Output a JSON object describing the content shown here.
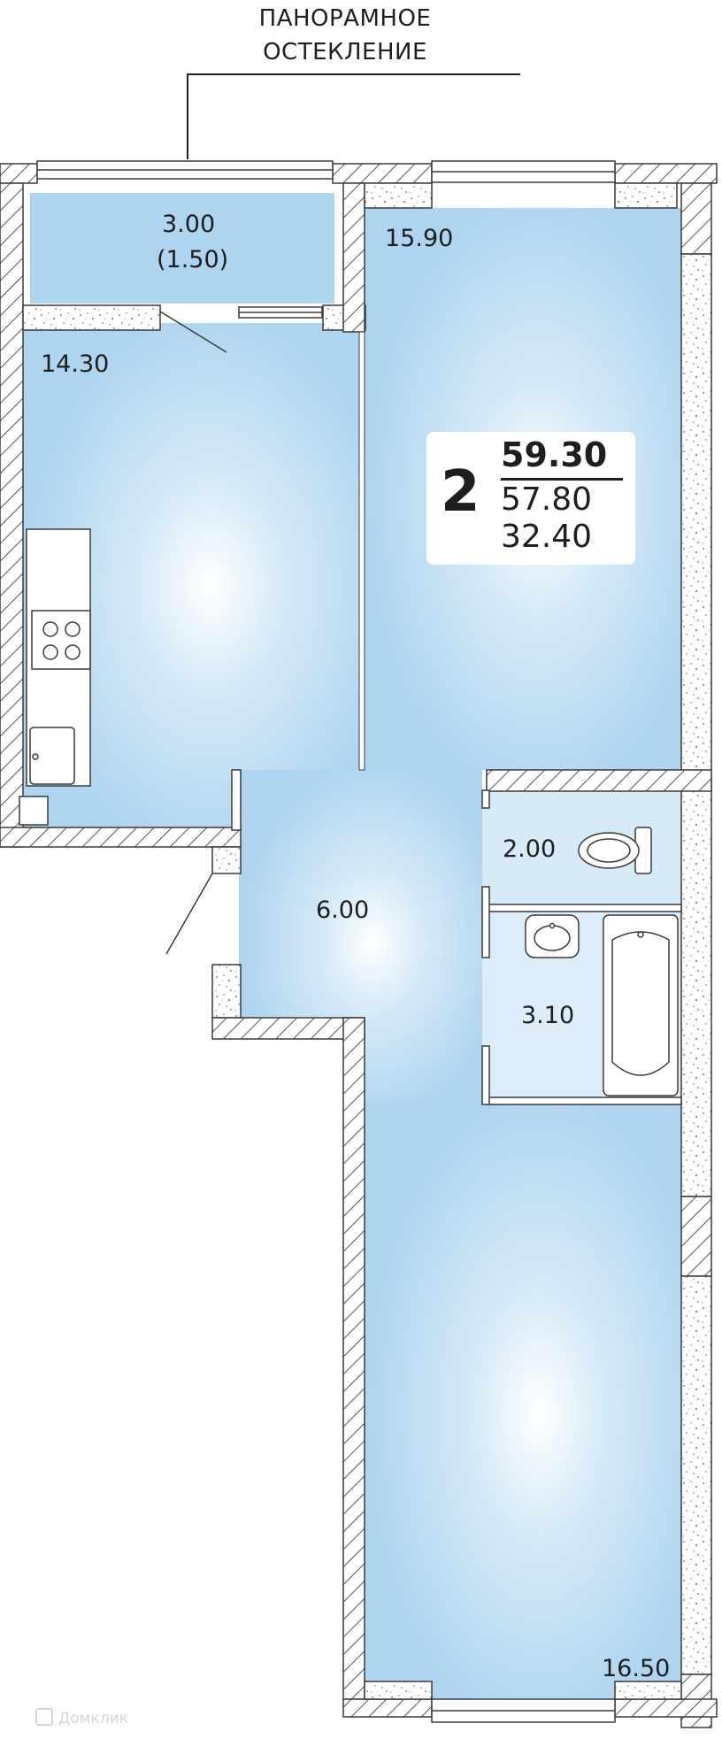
{
  "glazing_label_line1": "ПАНОРАМНОЕ",
  "glazing_label_line2": "ОСТЕКЛЕНИЕ",
  "areas": {
    "balcony": "3.00",
    "balcony_reduced": "(1.50)",
    "bedroom_top": "15.90",
    "kitchen_living": "14.30",
    "hall": "6.00",
    "toilet": "2.00",
    "bathroom": "3.10",
    "bedroom_bottom": "16.50"
  },
  "summary": {
    "rooms": "2",
    "total_area": "59.30",
    "area_without_balcony": "57.80",
    "living_area": "32.40"
  },
  "watermark": "Домклик",
  "colors": {
    "room_fill": "#aed4ef",
    "hall_center": "#ffffff",
    "wall_outline": "#3a3a3a",
    "text": "#1e1e1e"
  }
}
